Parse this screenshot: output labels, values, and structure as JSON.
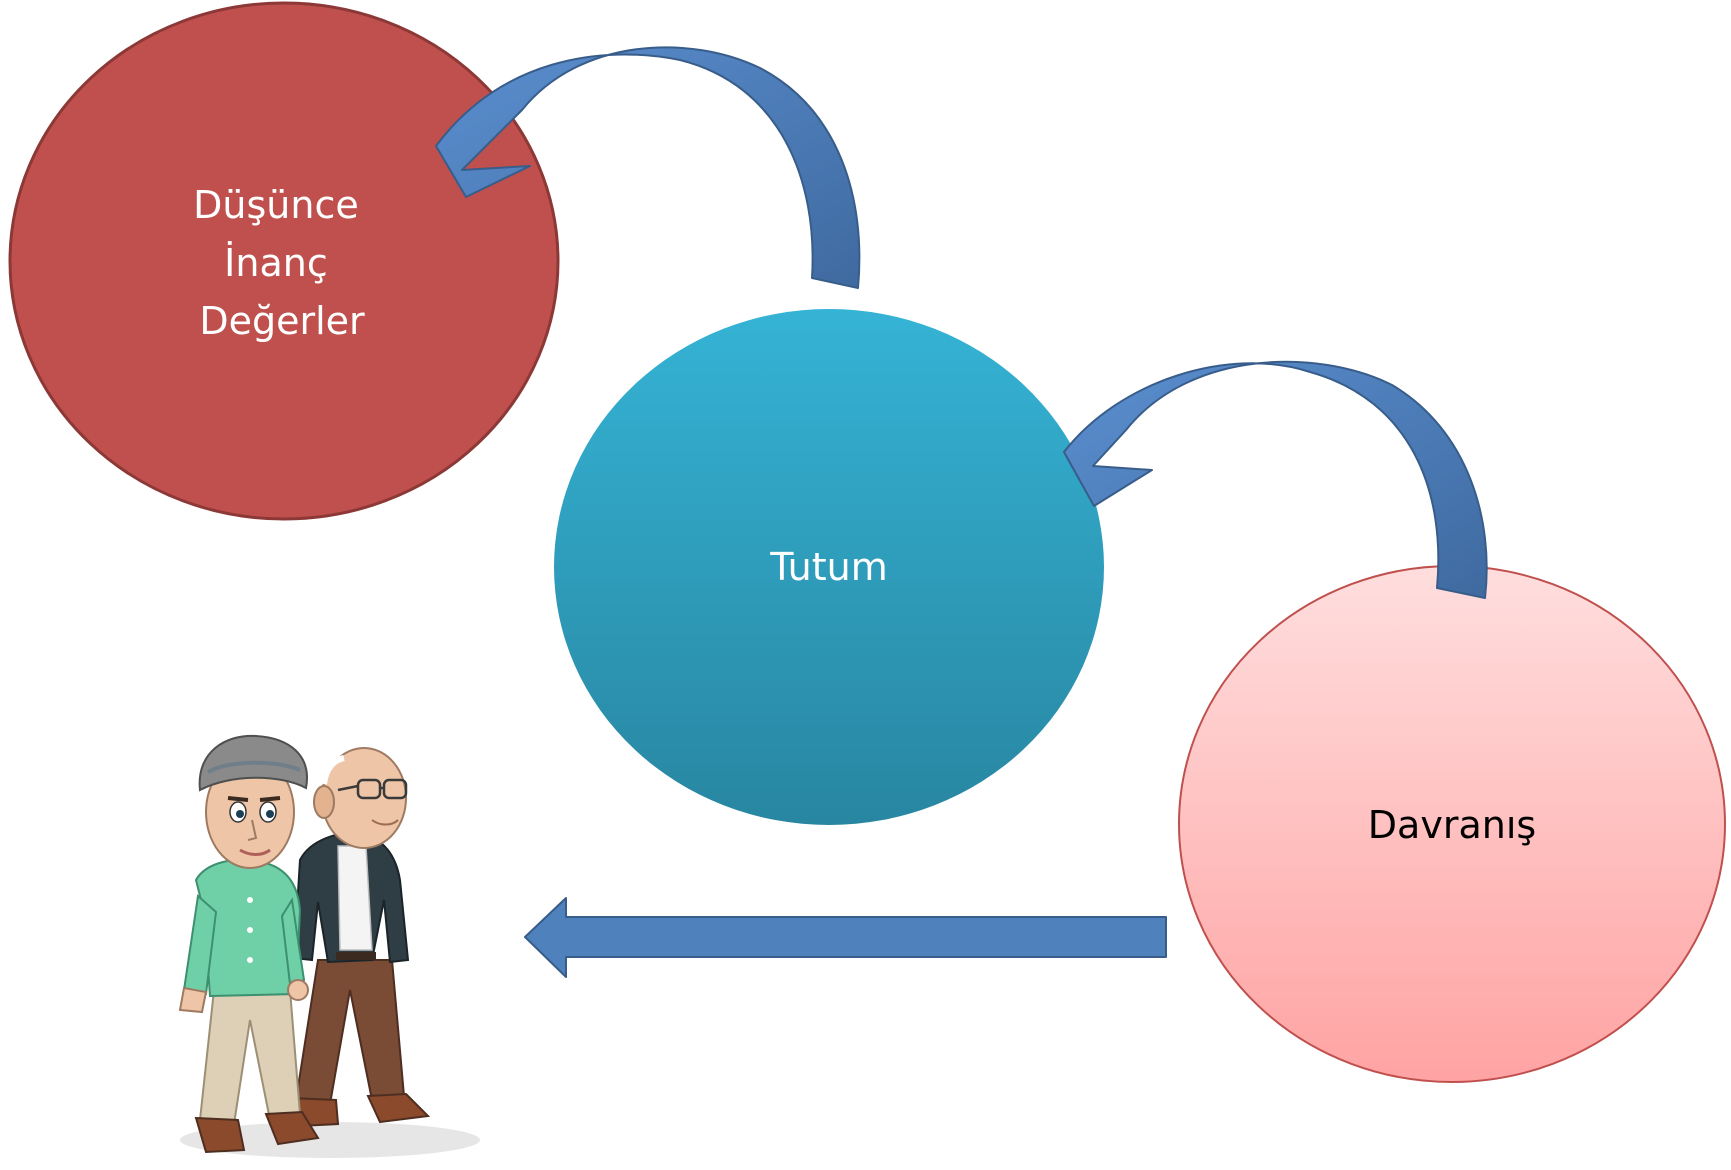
{
  "nodes": {
    "beliefs": {
      "lines": [
        "Düşünce",
        "İnanç",
        "Değerler"
      ],
      "fill": "#c0504d",
      "stroke": "#8c3836",
      "text_color": "#ffffff"
    },
    "attitude": {
      "label": "Tutum",
      "fill_top": "#35b3d5",
      "fill_bottom": "#2886a1",
      "text_color": "#ffffff"
    },
    "behavior": {
      "label": "Davranış",
      "fill_top": "#ffdede",
      "fill_bottom": "#ffa3a3",
      "stroke": "#c0504d",
      "text_color": "#000000"
    }
  },
  "arrows": {
    "fill": "#4f81bd",
    "stroke": "#385d8a",
    "items": [
      {
        "from": "attitude",
        "to": "beliefs",
        "style": "curved"
      },
      {
        "from": "behavior",
        "to": "attitude",
        "style": "curved"
      },
      {
        "from": "behavior",
        "to": "elderly-men-illustration",
        "style": "straight"
      }
    ]
  },
  "illustration": {
    "subject": "two-elderly-men-walking"
  }
}
